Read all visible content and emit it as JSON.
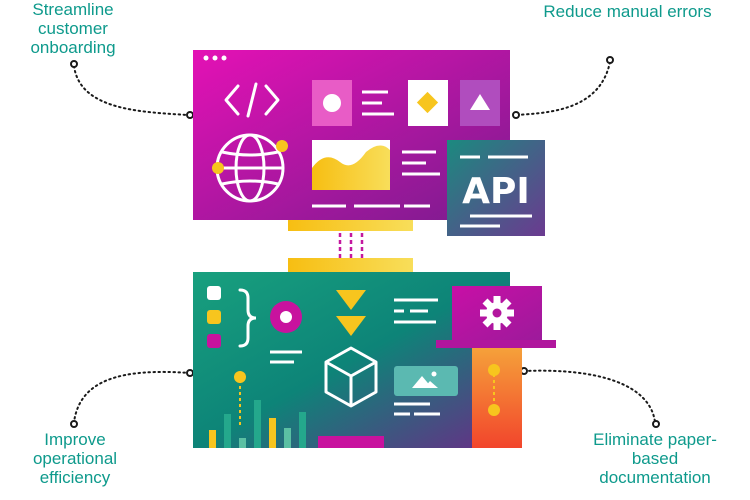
{
  "labels": {
    "top_left": "Streamline customer onboarding",
    "top_right": "Reduce manual errors",
    "bottom_left": "Improve operational efficiency",
    "bottom_right": "Eliminate paper-based documentation"
  },
  "badge": {
    "api": "API"
  },
  "icons": [
    "code-icon",
    "globe-icon",
    "gear-icon",
    "cube-icon",
    "image-icon",
    "chart-icon",
    "braces-icon",
    "arrow-down-icon"
  ],
  "colors": {
    "magenta": "#d10ca8",
    "purple": "#7c1f8c",
    "teal": "#0f8f80",
    "yellow": "#f7c51e",
    "orange": "#f46b2b",
    "label": "#0e9a8c"
  }
}
